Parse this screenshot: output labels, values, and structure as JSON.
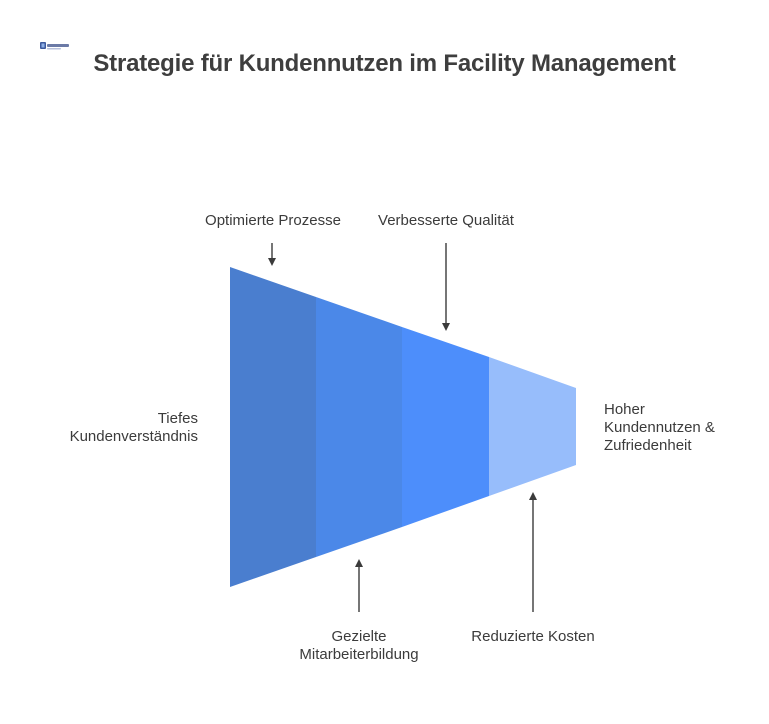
{
  "title": "Strategie für Kundennutzen im Facility Management",
  "logo": {
    "text": "fm-xmesh",
    "icon": "logo-icon"
  },
  "funnel": {
    "segments": [
      {
        "id": "segment-1",
        "color": "#4a7ecf"
      },
      {
        "id": "segment-2",
        "color": "#4b88e8"
      },
      {
        "id": "segment-3",
        "color": "#4d8efb"
      },
      {
        "id": "segment-4",
        "color": "#97bdfb"
      }
    ]
  },
  "labels": {
    "start": "Tiefes\nKundenverständnis",
    "end": "Hoher\nKundennutzen &\nZufriedenheit",
    "top_1": "Optimierte Prozesse",
    "top_2": "Verbesserte Qualität",
    "bottom_1": "Gezielte\nMitarbeiterbildung",
    "bottom_2": "Reduzierte Kosten"
  },
  "colors": {
    "arrow": "#3b3b3b",
    "text": "#3b3b3b"
  }
}
